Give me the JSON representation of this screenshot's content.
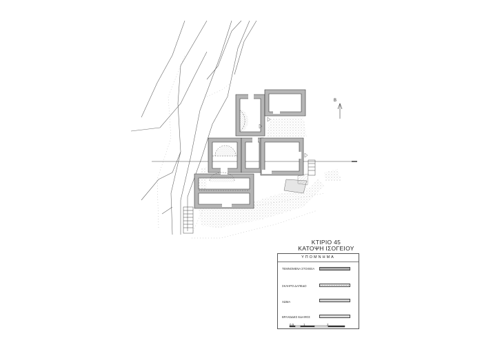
{
  "title": {
    "line1": "ΚΤΙΡΙΟ 45",
    "line2": "ΚΑΤΟΨΗ ΙΣΟΓΕΙΟΥ"
  },
  "north_label": "Β",
  "legend": {
    "heading": "ΥΠΟΜΝΗΜΑ",
    "items": [
      {
        "label": "ΤΕΜΝΟΜΕΝΑ ΣΤΟΙΧΕΙΑ",
        "swatch": "#a9a9a9"
      },
      {
        "label": "ΣΚΛΗΡΟ ΔΑΠΕΔΟ",
        "swatch": "#f2f2f2"
      },
      {
        "label": "ΧΩΜΑ",
        "swatch": "#e3e3e3"
      },
      {
        "label": "ΒΡΑΧΩΔΕΣ ΕΔΑΦΟΣ",
        "swatch": "#dcdcdc"
      }
    ]
  },
  "scale": {
    "ticks": [
      "0.5",
      "1",
      "2"
    ]
  },
  "colors": {
    "wall_fill": "#b5b5b5",
    "wall_stroke": "#333333",
    "line": "#555555"
  }
}
